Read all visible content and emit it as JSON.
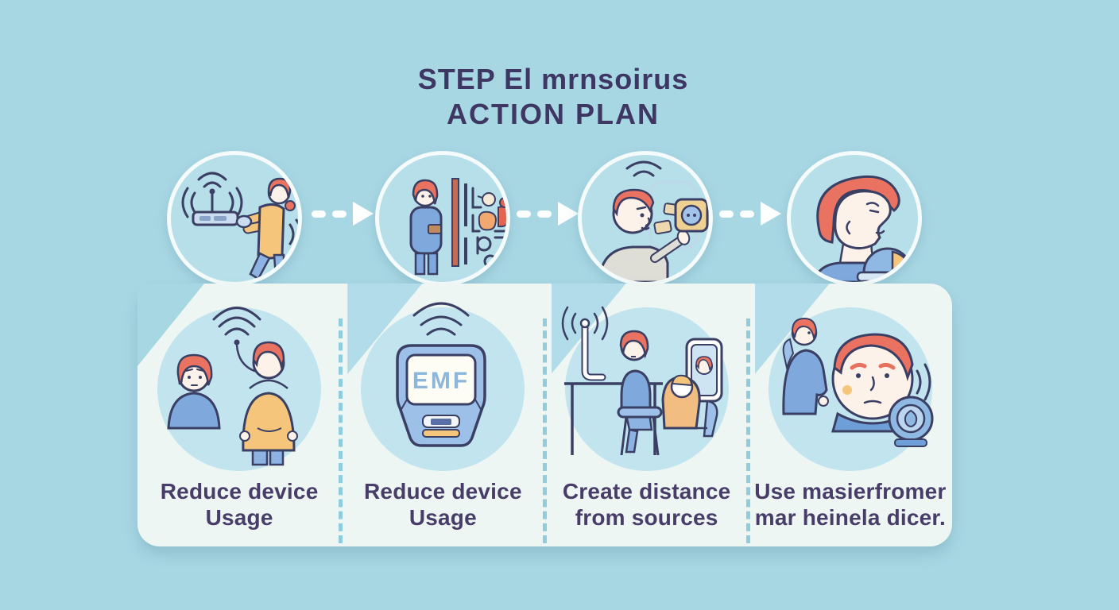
{
  "title": {
    "line1": "STEP El mrnsoirus",
    "line2": "ACTION PLAN"
  },
  "steps": [
    {
      "circle_icon": "woman-holding-wifi-router-icon",
      "card_icon": "two-people-wifi-signal-illustration",
      "caption_line1": "Reduce device",
      "caption_line2": "Usage"
    },
    {
      "circle_icon": "woman-behind-shield-barrier-icon",
      "card_icon": "emf-meter-illustration",
      "device_label": "EMF",
      "caption_line1": "Reduce device",
      "caption_line2": "Usage"
    },
    {
      "circle_icon": "man-unplugging-outlet-icon",
      "card_icon": "people-away-from-antenna-illustration",
      "caption_line1": "Create distance",
      "caption_line2": "from sources"
    },
    {
      "circle_icon": "man-profile-dome-device-icon",
      "card_icon": "man-with-protective-device-illustration",
      "caption_line1": "Use masierfromer",
      "caption_line2": "mar heinela dicer."
    }
  ],
  "arrows": {
    "count": 3,
    "style": "white-dashed-right"
  },
  "colors": {
    "background": "#a8d7e4",
    "card": "#edf6f2",
    "circle_fill": "#b7dfea",
    "circle_ring": "#f4fbfa",
    "blob": "#c2e4ef",
    "dash": "#8fccdd",
    "title_text": "#3e3763",
    "caption_text": "#473d68",
    "outline": "#3a3f63",
    "hair_red": "#ea7260",
    "jacket_orange": "#f6c57c",
    "clothes_blue": "#7fa8dc",
    "device_blue": "#9cc0e8",
    "emf_text": "#8cb6da"
  }
}
